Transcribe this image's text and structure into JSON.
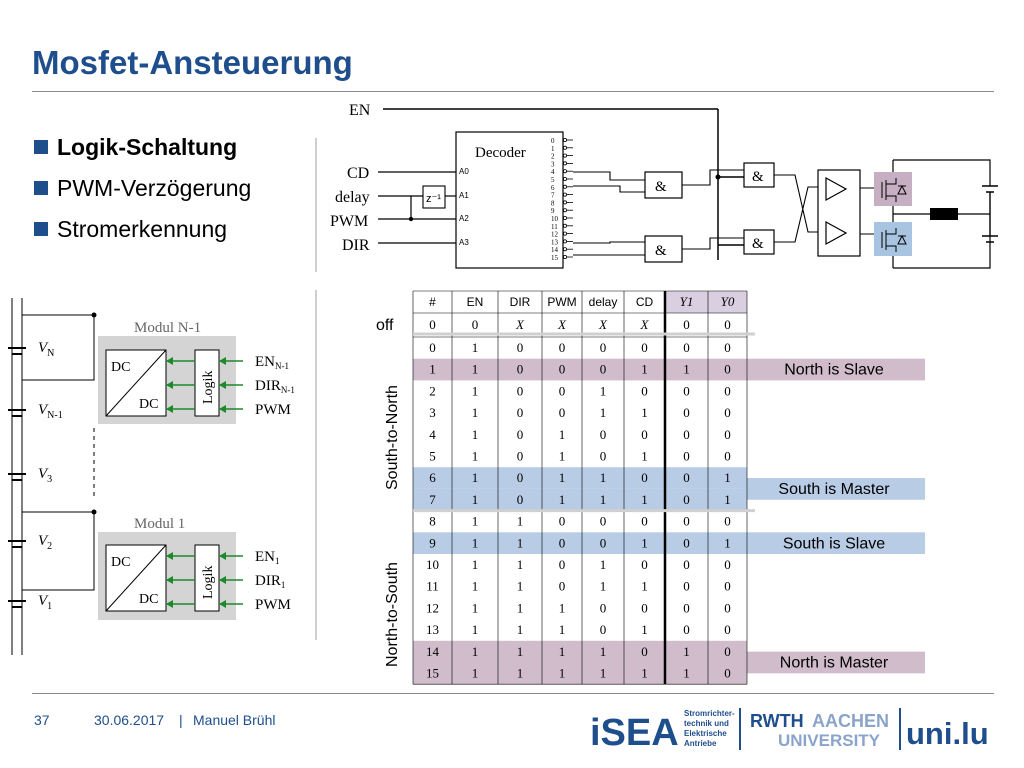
{
  "title": "Mosfet-Ansteuerung",
  "bullets": [
    {
      "label": "Logik-Schaltung",
      "active": true
    },
    {
      "label": "PWM-Verzögerung",
      "active": false
    },
    {
      "label": "Stromerkennung",
      "active": false
    }
  ],
  "circuit": {
    "en": "EN",
    "decoder": "Decoder",
    "inputs": [
      "CD",
      "delay",
      "PWM",
      "DIR"
    ],
    "addr": [
      "A0",
      "A1",
      "A2",
      "A3"
    ],
    "delay_block": "z⁻¹",
    "outputs": [
      "0",
      "1",
      "2",
      "3",
      "4",
      "5",
      "6",
      "7",
      "8",
      "9",
      "10",
      "11",
      "12",
      "13",
      "14",
      "15"
    ],
    "and_label": "&"
  },
  "stack": {
    "module_top": "Modul N-1",
    "module_bottom": "Modul 1",
    "dc": "DC",
    "logik": "Logik",
    "signals_top": [
      [
        "EN",
        "N-1"
      ],
      [
        "DIR",
        "N-1"
      ],
      [
        "PWM",
        ""
      ]
    ],
    "signals_bottom": [
      [
        "EN",
        "1"
      ],
      [
        "DIR",
        "1"
      ],
      [
        "PWM",
        ""
      ]
    ],
    "voltages": [
      [
        "V",
        "N"
      ],
      [
        "V",
        "N-1"
      ],
      [
        "V",
        "3"
      ],
      [
        "V",
        "2"
      ],
      [
        "V",
        "1"
      ]
    ]
  },
  "table": {
    "headers": [
      "#",
      "EN",
      "DIR",
      "PWM",
      "delay",
      "CD",
      "Y1",
      "Y0"
    ],
    "off_label": "off",
    "group_a": "South-to-North",
    "group_b": "North-to-South",
    "off_row": [
      "0",
      "0",
      "X",
      "X",
      "X",
      "X",
      "0",
      "0"
    ],
    "rows": [
      [
        "0",
        "1",
        "0",
        "0",
        "0",
        "0",
        "0",
        "0"
      ],
      [
        "1",
        "1",
        "0",
        "0",
        "0",
        "1",
        "1",
        "0"
      ],
      [
        "2",
        "1",
        "0",
        "0",
        "1",
        "0",
        "0",
        "0"
      ],
      [
        "3",
        "1",
        "0",
        "0",
        "1",
        "1",
        "0",
        "0"
      ],
      [
        "4",
        "1",
        "0",
        "1",
        "0",
        "0",
        "0",
        "0"
      ],
      [
        "5",
        "1",
        "0",
        "1",
        "0",
        "1",
        "0",
        "0"
      ],
      [
        "6",
        "1",
        "0",
        "1",
        "1",
        "0",
        "0",
        "1"
      ],
      [
        "7",
        "1",
        "0",
        "1",
        "1",
        "1",
        "0",
        "1"
      ],
      [
        "8",
        "1",
        "1",
        "0",
        "0",
        "0",
        "0",
        "0"
      ],
      [
        "9",
        "1",
        "1",
        "0",
        "0",
        "1",
        "0",
        "1"
      ],
      [
        "10",
        "1",
        "1",
        "0",
        "1",
        "0",
        "0",
        "0"
      ],
      [
        "11",
        "1",
        "1",
        "0",
        "1",
        "1",
        "0",
        "0"
      ],
      [
        "12",
        "1",
        "1",
        "1",
        "0",
        "0",
        "0",
        "0"
      ],
      [
        "13",
        "1",
        "1",
        "1",
        "0",
        "1",
        "0",
        "0"
      ],
      [
        "14",
        "1",
        "1",
        "1",
        "1",
        "0",
        "1",
        "0"
      ],
      [
        "15",
        "1",
        "1",
        "1",
        "1",
        "1",
        "1",
        "0"
      ]
    ],
    "highlights": [
      {
        "rows": [
          1
        ],
        "color": "purple",
        "label": "North is Slave"
      },
      {
        "rows": [
          6,
          7
        ],
        "color": "blue",
        "label": "South is Master"
      },
      {
        "rows": [
          9
        ],
        "color": "blue",
        "label": "South is Slave"
      },
      {
        "rows": [
          14,
          15
        ],
        "color": "purple",
        "label": "North is Master"
      }
    ],
    "colors": {
      "purple": "#d0bccb",
      "blue": "#b8cce6",
      "header_y": "#d9cfe0"
    }
  },
  "footer": {
    "page": "37",
    "date": "30.06.2017",
    "sep": "|",
    "author": "Manuel Brühl"
  },
  "logos": {
    "isea": "iSEA",
    "isea_sub": [
      "Stromrichter-",
      "technik und",
      "Elektrische",
      "Antriebe"
    ],
    "rwth_a": "RWTH",
    "rwth_b": "AACHEN",
    "rwth_c": "UNIVERSITY",
    "unilu": "uni.lu"
  },
  "palette": {
    "brand": "#1f4e8c",
    "gray": "#d6d6d6"
  }
}
